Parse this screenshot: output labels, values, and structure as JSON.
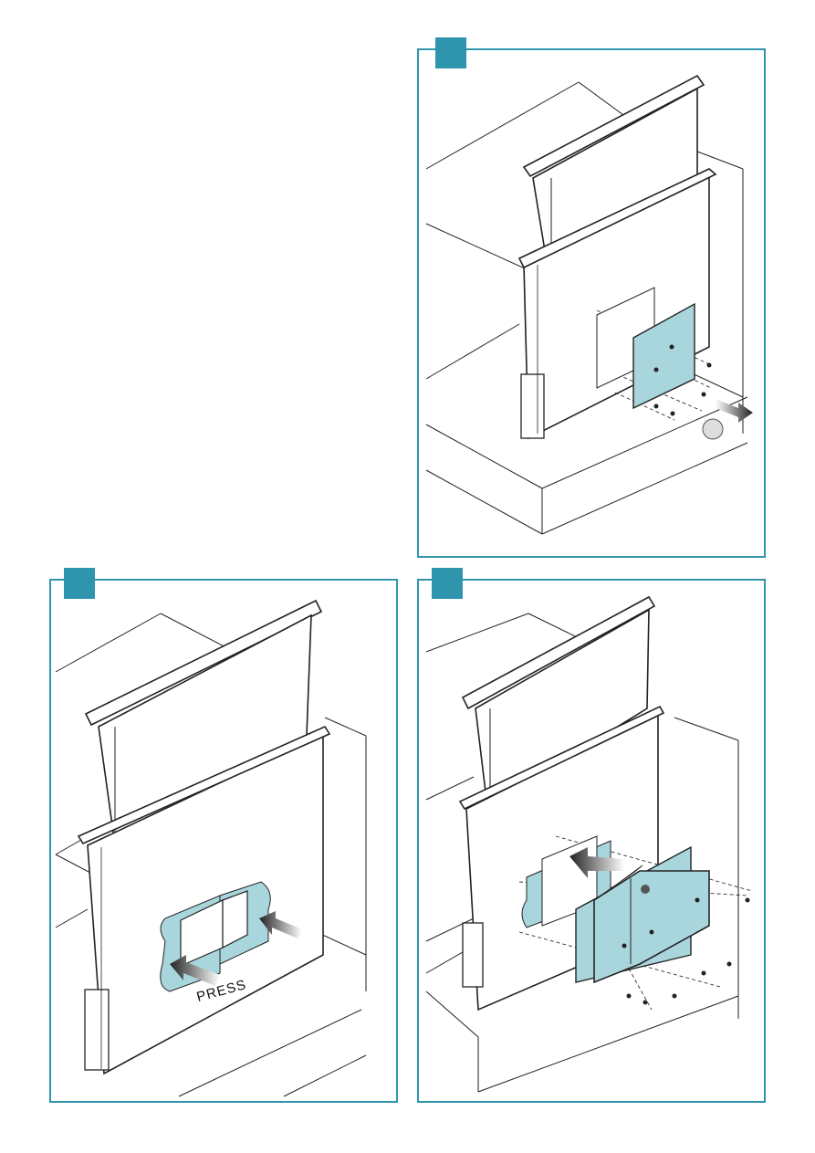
{
  "page": {
    "accent_color": "#2f95ad",
    "panel_fill_color": "#a9d6dd"
  },
  "panels": [
    {
      "id": "top-right",
      "step_label": "",
      "annotation": ""
    },
    {
      "id": "bottom-left",
      "step_label": "",
      "annotation": "PRESS"
    },
    {
      "id": "bottom-right",
      "step_label": "",
      "annotation": ""
    }
  ],
  "icons": [
    "arrow-icon",
    "screw-icon",
    "cover-plate-icon",
    "motor-box-icon",
    "round-part-icon"
  ]
}
